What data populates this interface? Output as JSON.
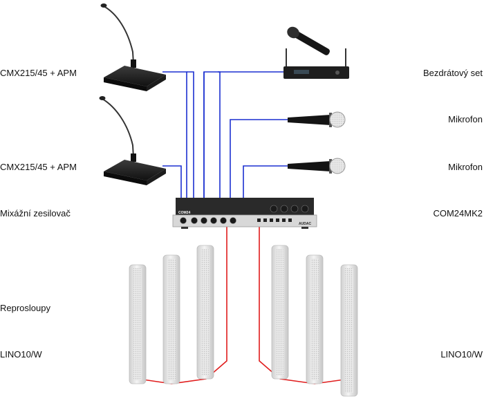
{
  "labels": {
    "mic1": "CMX215/45 + APM",
    "mic2": "CMX215/45 + APM",
    "mixer": "Mixážní zesilovač",
    "speakers": "Reprosloupy",
    "speakers_model_left": "LINO10/W",
    "wireless": "Bezdrátový set",
    "handmic1": "Mikrofon",
    "handmic2": "Mikrofon",
    "mixer_model": "COM24MK2",
    "speakers_model_right": "LINO10/W"
  },
  "device_text": {
    "mixer_badge": "COM24",
    "mixer_brand": "AUDAC"
  },
  "colors": {
    "signal_cable": "#1a2fd0",
    "speaker_cable": "#e01b1b",
    "speaker_body": "#e8e8e8",
    "device_dark": "#2a2a2a"
  }
}
